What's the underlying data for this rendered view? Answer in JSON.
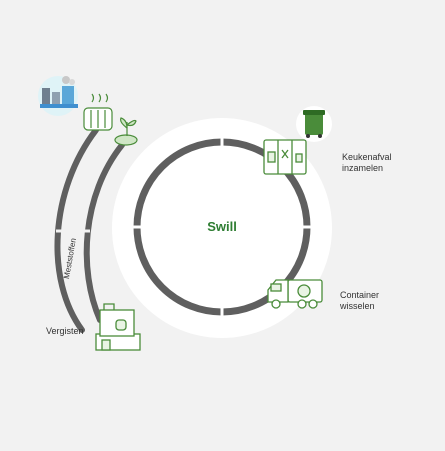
{
  "diagram": {
    "center_label": "Swill",
    "steps": {
      "collect": {
        "line1": "Keukenafval",
        "line2": "inzamelen"
      },
      "swap": {
        "line1": "Container",
        "line2": "wisselen"
      },
      "digest": {
        "label": "Vergisten"
      },
      "fertilizer": {
        "label": "Meststoffen"
      }
    },
    "colors": {
      "background": "#f2f2f2",
      "inner_disc": "#ffffff",
      "track": "#5f5f5f",
      "accent_green": "#2e7d32",
      "icon_stroke": "#4a8c3a"
    },
    "icons": [
      "factory-city-icon",
      "radiator-heat-icon",
      "plant-sprout-icon",
      "green-bin-icon",
      "container-lockers-icon",
      "truck-icon",
      "digester-building-icon"
    ]
  }
}
